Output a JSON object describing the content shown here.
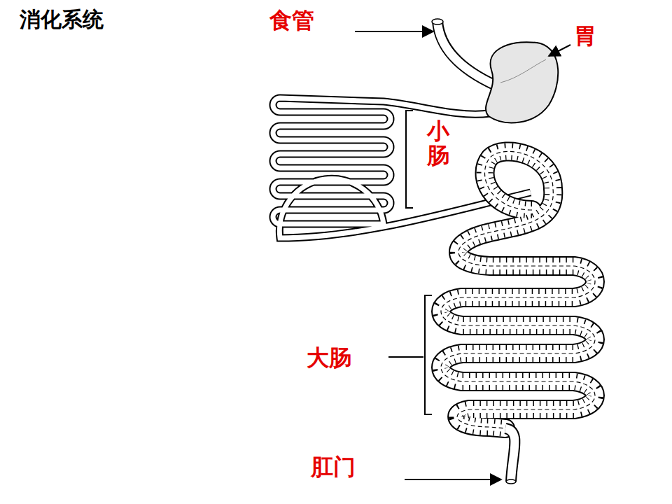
{
  "diagram": {
    "title": "消化系统",
    "labels": [
      "食管",
      "胃",
      "小肠",
      "大肠",
      "肛门"
    ]
  }
}
